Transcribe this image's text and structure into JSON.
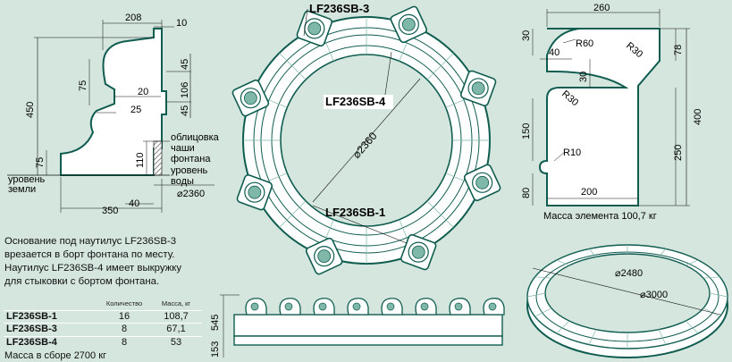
{
  "profile": {
    "dim_top_width": "208",
    "dim_top_right": "10",
    "dim_height": "450",
    "dim_upper": "75",
    "dim_step": "20",
    "dim_ledge": "25",
    "dim_base": "75",
    "dim_45a": "45",
    "dim_106": "106",
    "dim_45b": "45",
    "dim_110": "110",
    "dim_width": "350",
    "dim_40": "40",
    "dim_diameter": "⌀2360",
    "label_cladding": [
      "облицовка",
      "чаши",
      "фонтана"
    ],
    "label_water": [
      "уровень",
      "воды"
    ],
    "label_ground": [
      "уровень",
      "земли"
    ]
  },
  "plan": {
    "title_top": "LF236SB-3",
    "label_mid": "LF236SB-4",
    "label_low": "LF236SB-1",
    "diameter": "⌀2360"
  },
  "element": {
    "dim_260": "260",
    "dim_30a": "30",
    "r60": "R60",
    "r30a": "R30",
    "dim_40": "40",
    "dim_30b": "30",
    "dim_78": "78",
    "r30b": "R30",
    "dim_150": "150",
    "dim_400": "400",
    "r10": "R10",
    "dim_250": "250",
    "dim_80": "80",
    "dim_200": "200",
    "mass_caption": "Масса элемента 100,7 кг"
  },
  "ring": {
    "inner_diameter": "⌀2480",
    "outer_diameter": "⌀3000"
  },
  "side": {
    "dim_545": "545",
    "dim_153": "153"
  },
  "notes": [
    "Основание под наутилус LF236SB-3",
    "врезается в борт фонтана по месту.",
    "Наутилус LF236SB-4 имеет выкружку",
    "для стыковки с бортом фонтана."
  ],
  "spec_table": {
    "headers": [
      "Количество",
      "Масса, кг"
    ],
    "rows": [
      {
        "name": "LF236SB-1",
        "qty": "16",
        "mass": "108,7"
      },
      {
        "name": "LF236SB-3",
        "qty": "8",
        "mass": "67,1"
      },
      {
        "name": "LF236SB-4",
        "qty": "8",
        "mass": "53"
      }
    ]
  },
  "total_mass": "Масса в сборе 2700 кг",
  "colors": {
    "background": "#d4e6dd",
    "part_fill": "#ffffff",
    "outline": "#0f5c50",
    "shading": "#7fb7a8",
    "hatch": "#555555"
  }
}
